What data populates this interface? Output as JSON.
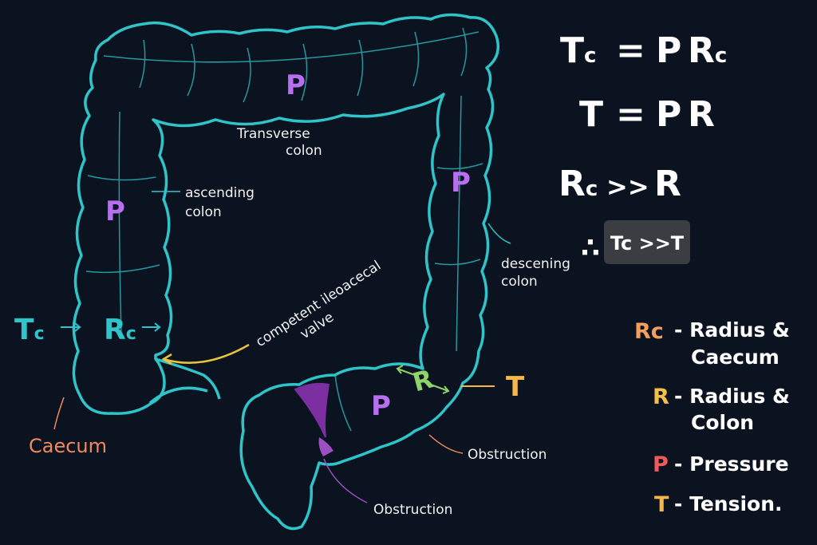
{
  "colors": {
    "background": "#0b1220",
    "outline": "#2fc4c9",
    "pressure": "#b76ef0",
    "caecum": "#f08a5d",
    "radius_caecum": "#f5a05a",
    "radius_colon": "#f5c04a",
    "tension": "#f5b64a",
    "valve": "#e8c43a",
    "green_radius": "#8fd36a",
    "obstruction_fill": "#7b2fa0",
    "badge_bg": "#3a3d42"
  },
  "labels": {
    "transverse_line1": "Transverse",
    "transverse_line2": "colon",
    "ascending_line1": "ascending",
    "ascending_line2": "colon",
    "descending_line1": "descening",
    "descending_line2": "colon",
    "valve_line1": "competent ileoacecal",
    "valve_line2": "valve",
    "caecum": "Caecum",
    "obstruction_right": "Obstruction",
    "obstruction_bottom": "Obstruction"
  },
  "diagram": {
    "pressure_symbol": "P",
    "tc_main": "T",
    "tc_sub": "c",
    "rc_main": "R",
    "rc_sub": "c",
    "r_colon": "R",
    "t_colon": "T"
  },
  "equations": {
    "eq1": {
      "a": "T",
      "a_sub": "c",
      "op": "=",
      "b": "P",
      "c": "R",
      "c_sub": "c"
    },
    "eq2": {
      "a": "T",
      "op": "=",
      "b": "P",
      "c": "R"
    },
    "eq3": {
      "a": "R",
      "a_sub": "c",
      "op": ">>",
      "b": "R"
    },
    "therefore": "∴",
    "badge": "Tc >>T"
  },
  "legend": [
    {
      "key": "Rc",
      "line1": "- Radius &",
      "line2": "Caecum"
    },
    {
      "key": "R",
      "line1": "- Radius &",
      "line2": "Colon"
    },
    {
      "key": "P",
      "line1": "- Pressure",
      "line2": ""
    },
    {
      "key": "T",
      "line1": "- Tension.",
      "line2": ""
    }
  ]
}
